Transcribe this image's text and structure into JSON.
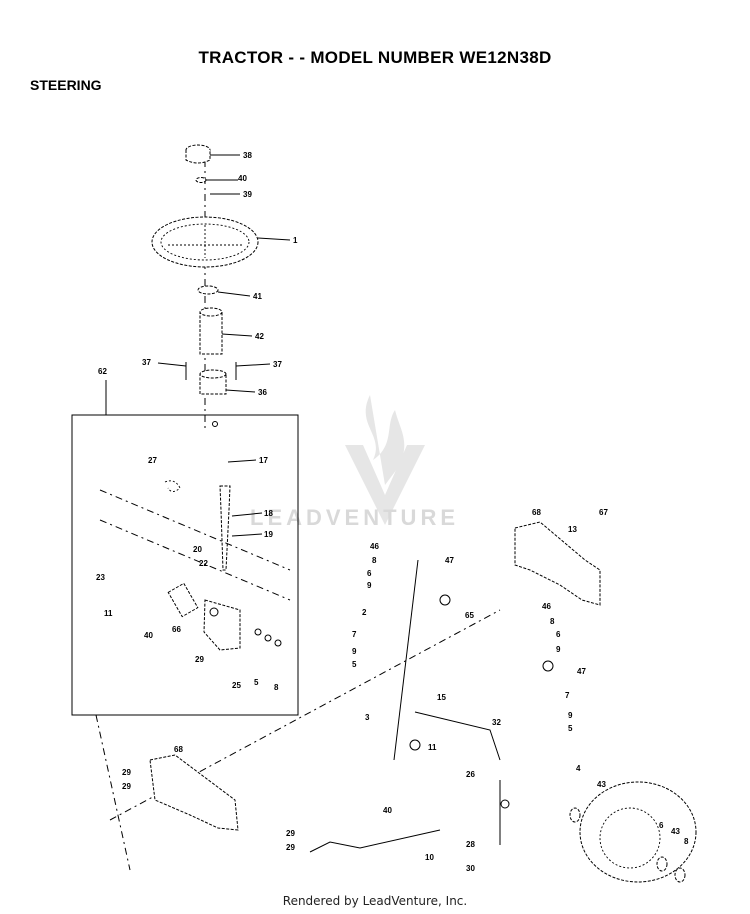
{
  "header": {
    "title": "TRACTOR - - MODEL NUMBER WE12N38D",
    "section": "STEERING"
  },
  "watermark": {
    "text": "LEADVENTURE",
    "icon": "flame-logo-icon"
  },
  "footer": {
    "text": "Rendered by LeadVenture, Inc."
  },
  "callouts": [
    "38",
    "40",
    "39",
    "1",
    "41",
    "42",
    "37",
    "37",
    "36",
    "62",
    "27",
    "17",
    "18",
    "19",
    "20",
    "22",
    "23",
    "11",
    "40",
    "66",
    "29",
    "25",
    "5",
    "8",
    "46",
    "8",
    "6",
    "9",
    "47",
    "2",
    "7",
    "9",
    "5",
    "65",
    "15",
    "68",
    "13",
    "67",
    "46",
    "8",
    "6",
    "9",
    "47",
    "7",
    "9",
    "5",
    "3",
    "11",
    "32",
    "4",
    "26",
    "29",
    "29",
    "68",
    "40",
    "43",
    "6",
    "43",
    "8",
    "28",
    "30",
    "10",
    "29",
    "29"
  ]
}
